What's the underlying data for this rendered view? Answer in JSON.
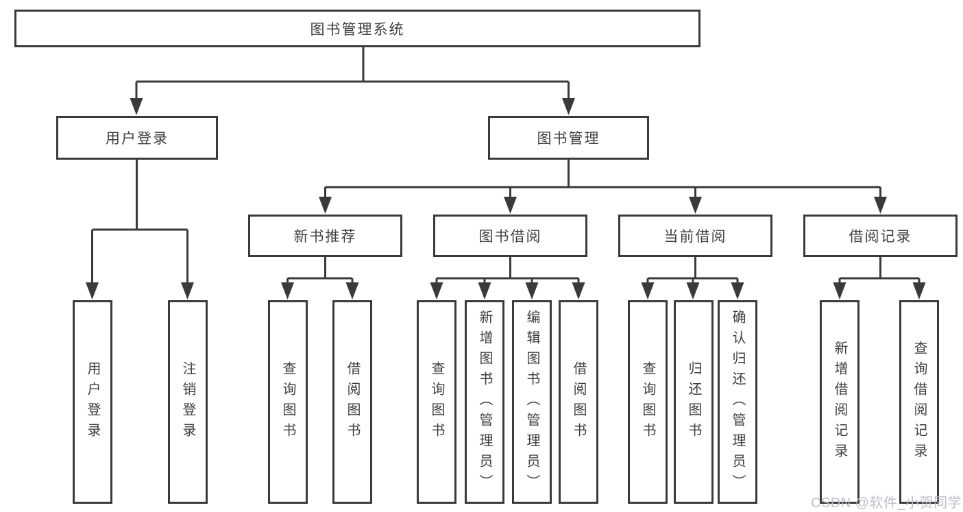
{
  "diagram": {
    "title": "图书管理系统",
    "level2": [
      {
        "label": "用户登录"
      },
      {
        "label": "图书管理"
      }
    ],
    "level3": [
      {
        "label": "新书推荐"
      },
      {
        "label": "图书借阅"
      },
      {
        "label": "当前借阅"
      },
      {
        "label": "借阅记录"
      }
    ],
    "leaves": {
      "user_login": [
        {
          "label": "用户登录"
        },
        {
          "label": "注销登录"
        }
      ],
      "new_books": [
        {
          "label": "查询图书"
        },
        {
          "label": "借阅图书"
        }
      ],
      "book_borrow": [
        {
          "label": "查询图书"
        },
        {
          "label": "新增图书（管理员）"
        },
        {
          "label": "编辑图书（管理员）"
        },
        {
          "label": "借阅图书"
        }
      ],
      "current_borrow": [
        {
          "label": "查询图书"
        },
        {
          "label": "归还图书"
        },
        {
          "label": "确认归还（管理员）"
        }
      ],
      "borrow_records": [
        {
          "label": "新增借阅记录"
        },
        {
          "label": "查询借阅记录"
        }
      ]
    },
    "colors": {
      "line": "#3a3a3a",
      "text": "#3f3f3f",
      "background": "#ffffff",
      "watermark": "#b8bdc7"
    },
    "watermark": "CSDN @软件_小贺同学"
  }
}
